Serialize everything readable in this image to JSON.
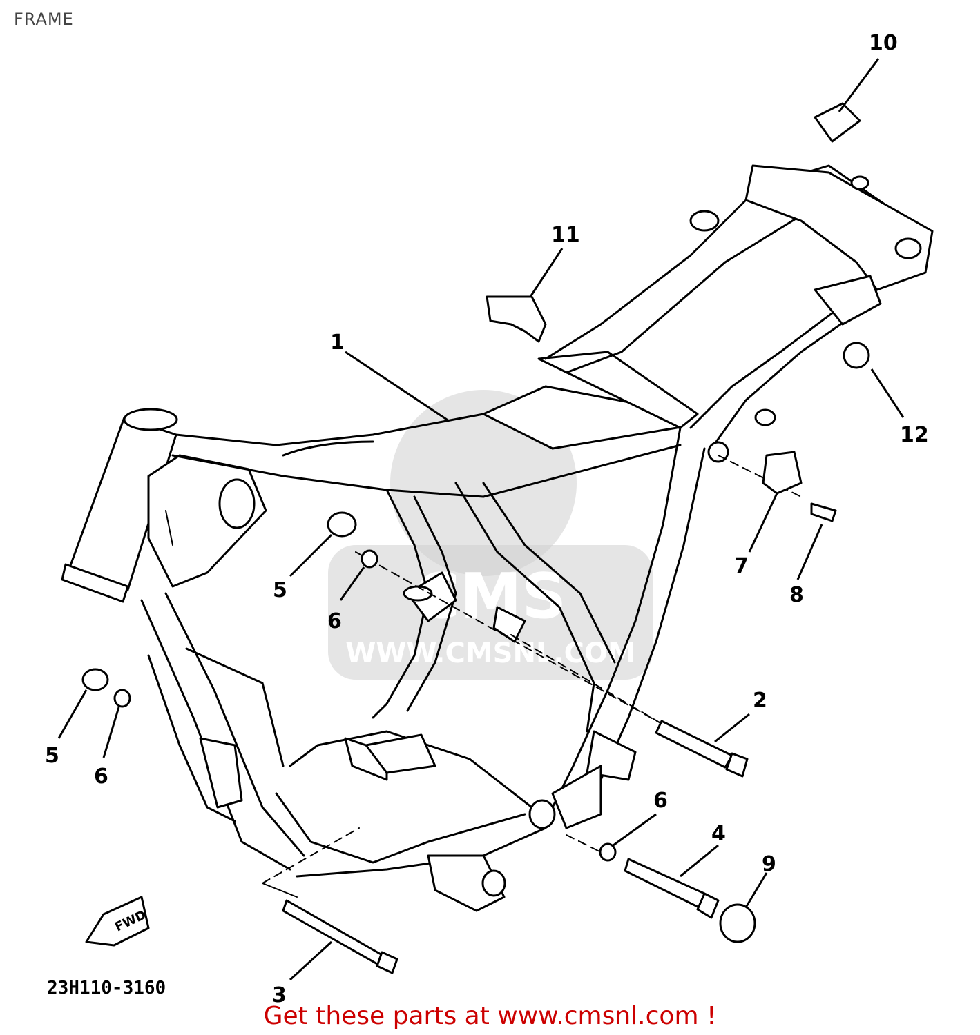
{
  "page": {
    "title": "FRAME"
  },
  "callouts": [
    "1",
    "2",
    "3",
    "4",
    "5",
    "5",
    "6",
    "6",
    "6",
    "7",
    "8",
    "9",
    "10",
    "11",
    "12"
  ],
  "drawing_code": "23H110-3160",
  "fwd_marker": "FWD",
  "watermark": {
    "brand": "CMS",
    "url": "WWW.CMSNL.COM"
  },
  "footer": {
    "text": "Get these parts at www.cmsnl.com !",
    "color": "#cc0000"
  }
}
